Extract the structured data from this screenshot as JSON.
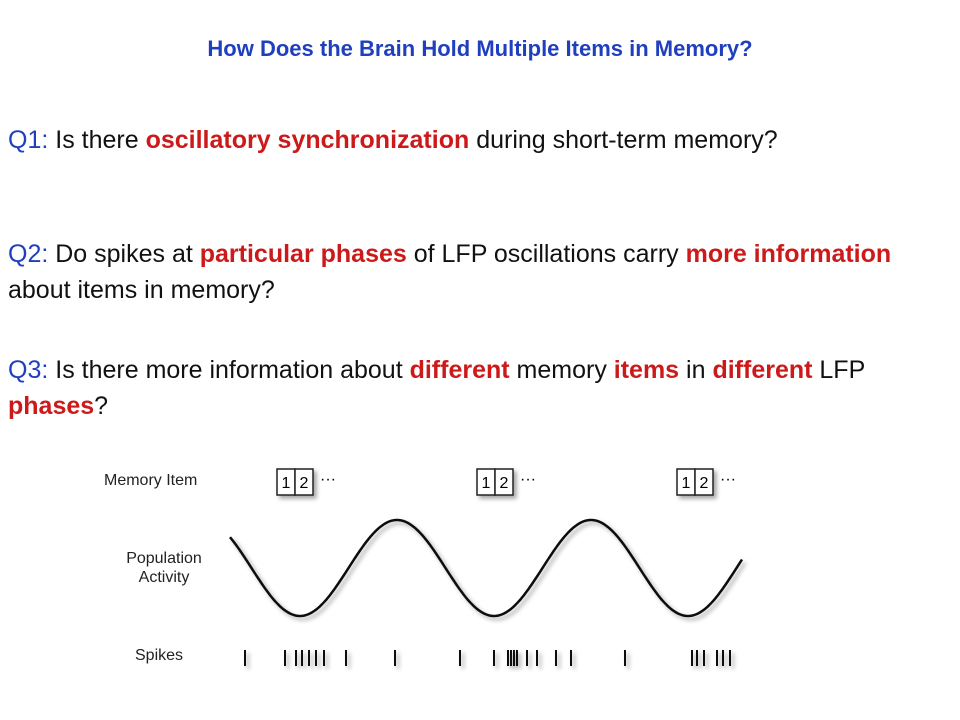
{
  "slide": {
    "title": "How Does the Brain Hold Multiple Items in Memory?",
    "q1": {
      "label": "Q1:",
      "t1": " Is there ",
      "h1": "oscillatory synchronization",
      "t2": " during short-term memory?"
    },
    "q2": {
      "label": "Q2:",
      "t1": " Do spikes at ",
      "h1": "particular phases",
      "t2": " of LFP oscillations carry ",
      "h2": "more information",
      "t3": " about items in memory?"
    },
    "q3": {
      "label": "Q3:",
      "t1": " Is there more information about ",
      "h1": "different",
      "t2": " memory ",
      "h2": "items",
      "t3": " in ",
      "h3": "different",
      "t4": " LFP ",
      "h4": "phases",
      "t5": "?"
    }
  },
  "figure": {
    "memory_item_label": "Memory Item",
    "population_label": "Population Activity",
    "spikes_label": "Spikes",
    "item_boxes": [
      {
        "n1": "1",
        "n2": "2",
        "ellipsis": "···"
      },
      {
        "n1": "1",
        "n2": "2",
        "ellipsis": "···"
      },
      {
        "n1": "1",
        "n2": "2",
        "ellipsis": "···"
      }
    ],
    "highlight_color": "#cc1a1a",
    "label_color": "#1f3fbf"
  }
}
